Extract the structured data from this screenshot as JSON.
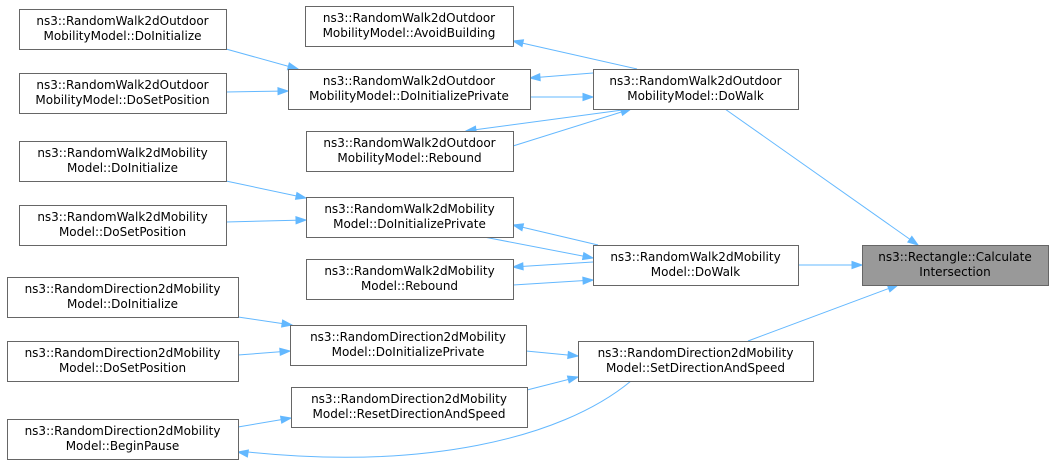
{
  "graph": {
    "root": {
      "id": "calc_intersection",
      "lines": [
        "ns3::Rectangle::Calculate",
        "Intersection"
      ],
      "fill": "#999999"
    },
    "nodes": [
      {
        "id": "rwo_doinit",
        "lines": [
          "ns3::RandomWalk2dOutdoor",
          "MobilityModel::DoInitialize"
        ]
      },
      {
        "id": "rwo_avoid",
        "lines": [
          "ns3::RandomWalk2dOutdoor",
          "MobilityModel::AvoidBuilding"
        ]
      },
      {
        "id": "rwo_dosetpos",
        "lines": [
          "ns3::RandomWalk2dOutdoor",
          "MobilityModel::DoSetPosition"
        ]
      },
      {
        "id": "rwo_doinitpriv",
        "lines": [
          "ns3::RandomWalk2dOutdoor",
          "MobilityModel::DoInitializePrivate"
        ]
      },
      {
        "id": "rwo_dowalk",
        "lines": [
          "ns3::RandomWalk2dOutdoor",
          "MobilityModel::DoWalk"
        ]
      },
      {
        "id": "rwo_rebound",
        "lines": [
          "ns3::RandomWalk2dOutdoor",
          "MobilityModel::Rebound"
        ]
      },
      {
        "id": "rw_doinit",
        "lines": [
          "ns3::RandomWalk2dMobility",
          "Model::DoInitialize"
        ]
      },
      {
        "id": "rw_doinitpriv",
        "lines": [
          "ns3::RandomWalk2dMobility",
          "Model::DoInitializePrivate"
        ]
      },
      {
        "id": "rw_dosetpos",
        "lines": [
          "ns3::RandomWalk2dMobility",
          "Model::DoSetPosition"
        ]
      },
      {
        "id": "rw_dowalk",
        "lines": [
          "ns3::RandomWalk2dMobility",
          "Model::DoWalk"
        ]
      },
      {
        "id": "rw_rebound",
        "lines": [
          "ns3::RandomWalk2dMobility",
          "Model::Rebound"
        ]
      },
      {
        "id": "rd_doinit",
        "lines": [
          "ns3::RandomDirection2dMobility",
          "Model::DoInitialize"
        ]
      },
      {
        "id": "rd_doinitpriv",
        "lines": [
          "ns3::RandomDirection2dMobility",
          "Model::DoInitializePrivate"
        ]
      },
      {
        "id": "rd_dosetpos",
        "lines": [
          "ns3::RandomDirection2dMobility",
          "Model::DoSetPosition"
        ]
      },
      {
        "id": "rd_setdir",
        "lines": [
          "ns3::RandomDirection2dMobility",
          "Model::SetDirectionAndSpeed"
        ]
      },
      {
        "id": "rd_reset",
        "lines": [
          "ns3::RandomDirection2dMobility",
          "Model::ResetDirectionAndSpeed"
        ]
      },
      {
        "id": "rd_beginpause",
        "lines": [
          "ns3::RandomDirection2dMobility",
          "Model::BeginPause"
        ]
      }
    ],
    "edges": [
      {
        "from": "rwo_dowalk",
        "to": "calc_intersection"
      },
      {
        "from": "rw_dowalk",
        "to": "calc_intersection"
      },
      {
        "from": "rd_setdir",
        "to": "calc_intersection"
      },
      {
        "from": "rwo_dowalk",
        "to": "rwo_avoid"
      },
      {
        "from": "rwo_dowalk",
        "to": "rwo_doinitpriv"
      },
      {
        "from": "rwo_dowalk",
        "to": "rwo_rebound"
      },
      {
        "from": "rwo_doinitpriv",
        "to": "rwo_dowalk"
      },
      {
        "from": "rwo_rebound",
        "to": "rwo_dowalk"
      },
      {
        "from": "rwo_doinit",
        "to": "rwo_doinitpriv"
      },
      {
        "from": "rwo_dosetpos",
        "to": "rwo_doinitpriv"
      },
      {
        "from": "rw_dowalk",
        "to": "rw_doinitpriv"
      },
      {
        "from": "rw_dowalk",
        "to": "rw_rebound"
      },
      {
        "from": "rw_doinitpriv",
        "to": "rw_dowalk"
      },
      {
        "from": "rw_rebound",
        "to": "rw_dowalk"
      },
      {
        "from": "rw_doinit",
        "to": "rw_doinitpriv"
      },
      {
        "from": "rw_dosetpos",
        "to": "rw_doinitpriv"
      },
      {
        "from": "rd_doinitpriv",
        "to": "rd_setdir"
      },
      {
        "from": "rd_reset",
        "to": "rd_setdir"
      },
      {
        "from": "rd_setdir",
        "to": "rd_beginpause"
      },
      {
        "from": "rd_doinit",
        "to": "rd_doinitpriv"
      },
      {
        "from": "rd_dosetpos",
        "to": "rd_doinitpriv"
      },
      {
        "from": "rd_beginpause",
        "to": "rd_reset"
      }
    ],
    "colors": {
      "edge": "#63b8ff",
      "node_border": "#666666",
      "root_fill": "#999999"
    }
  }
}
